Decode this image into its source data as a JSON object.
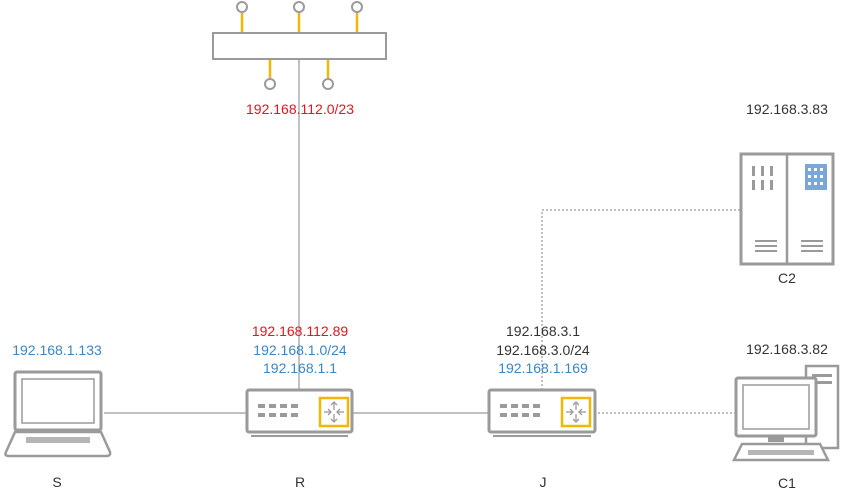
{
  "colors": {
    "device_stroke": "#9a9a9a",
    "port_accent": "#f2b705",
    "subnet_red": "#e8141c",
    "ip_blue": "#3b86c6",
    "text_dark": "#333333",
    "server_panel": "#7aa7d6"
  },
  "hub": {
    "icon": "network-hub-icon",
    "subnet": "192.168.112.0/23"
  },
  "devices": {
    "S": {
      "icon": "laptop-icon",
      "name": "S",
      "ip": "192.168.1.133"
    },
    "R": {
      "icon": "router-icon",
      "name": "R",
      "ip_top": "192.168.112.89",
      "subnet": "192.168.1.0/24",
      "ip_bottom": "192.168.1.1"
    },
    "J": {
      "icon": "router-icon",
      "name": "J",
      "ip_top": "192.168.3.1",
      "subnet": "192.168.3.0/24",
      "ip_bottom": "192.168.1.169"
    },
    "C2": {
      "icon": "server-icon",
      "name": "C2",
      "ip": "192.168.3.83"
    },
    "C1": {
      "icon": "desktop-computer-icon",
      "name": "C1",
      "ip": "192.168.3.82"
    }
  },
  "links": [
    {
      "from": "S",
      "to": "R",
      "style": "solid"
    },
    {
      "from": "R",
      "to": "J",
      "style": "solid"
    },
    {
      "from": "R",
      "to": "hub",
      "style": "solid"
    },
    {
      "from": "J",
      "to": "C1",
      "style": "dotted"
    },
    {
      "from": "J",
      "to": "C2",
      "style": "dotted"
    }
  ]
}
